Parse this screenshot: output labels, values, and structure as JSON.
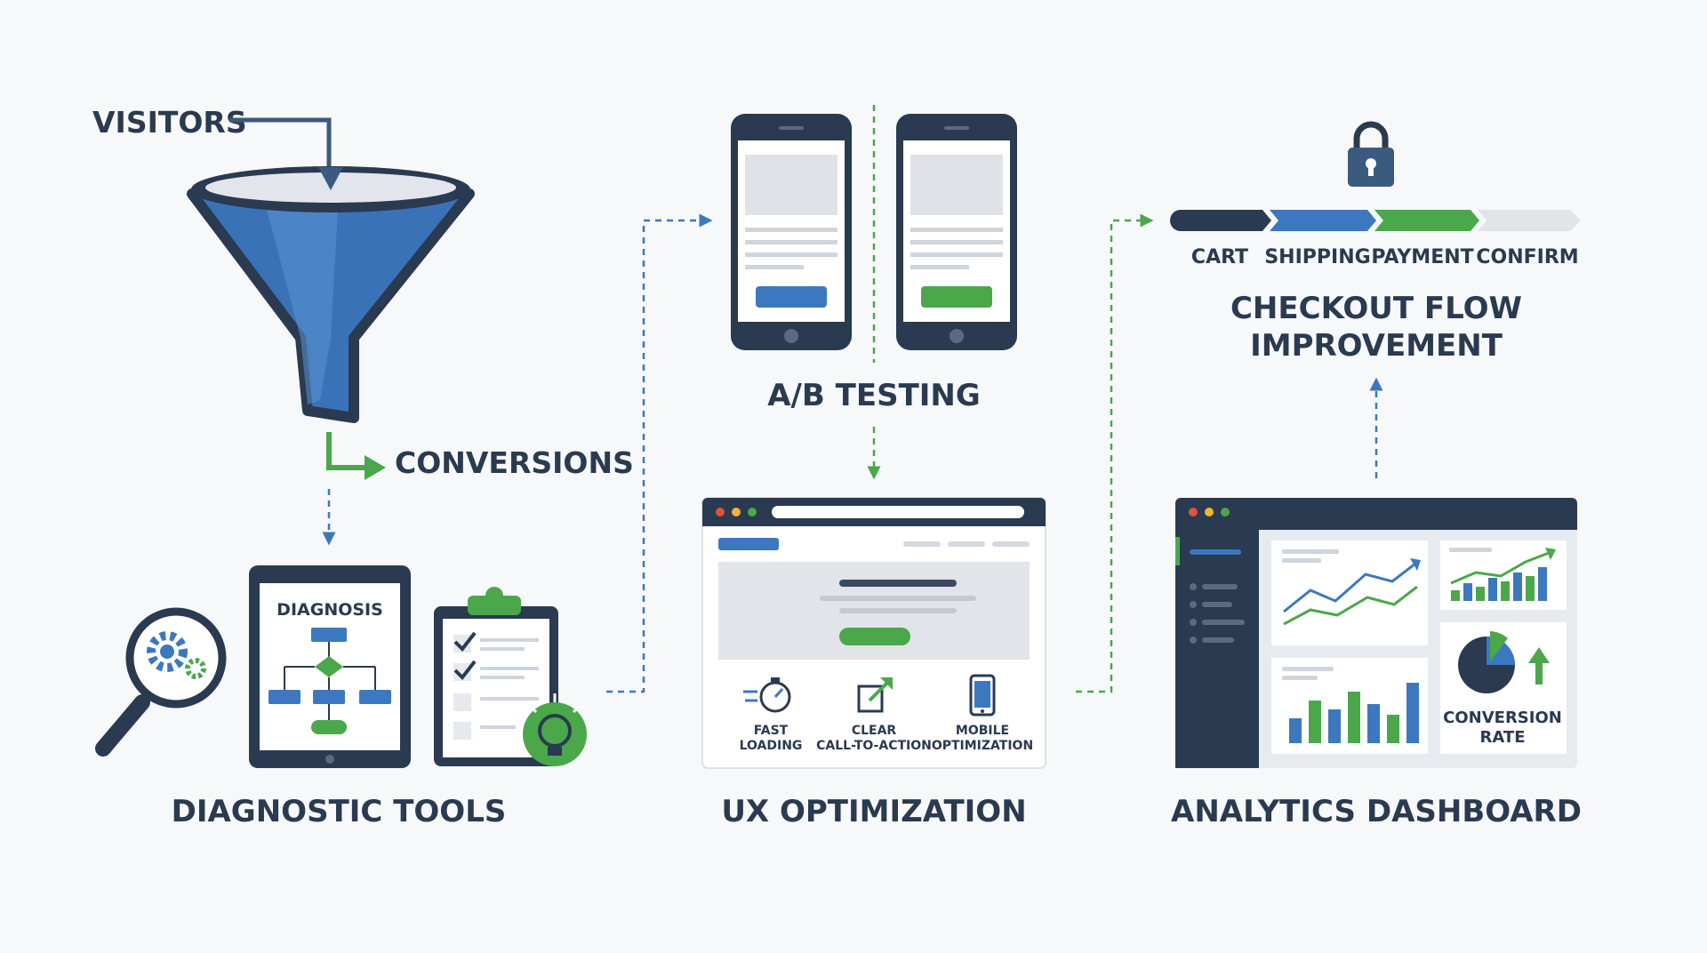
{
  "colors": {
    "navy": "#2a3a50",
    "blue": "#3c78c0",
    "green": "#4aa84a",
    "light_gray": "#e1e4e8",
    "background": "#f7f8fa"
  },
  "funnel": {
    "input_label": "VISITORS",
    "output_label": "CONVERSIONS"
  },
  "diagnostic": {
    "tablet_label": "DIAGNOSIS",
    "title": "DIAGNOSTIC TOOLS",
    "icons": [
      "magnifier-gears-icon",
      "flowchart-icon",
      "checklist-clipboard-icon",
      "lightbulb-brain-icon"
    ]
  },
  "ab_testing": {
    "title": "A/B TESTING",
    "variants": [
      "phone-variant-a",
      "phone-variant-b"
    ]
  },
  "ux": {
    "title": "UX OPTIMIZATION",
    "features": [
      {
        "icon": "stopwatch-icon",
        "line1": "FAST",
        "line2": "LOADING"
      },
      {
        "icon": "external-link-icon",
        "line1": "CLEAR",
        "line2": "CALL-TO-ACTION"
      },
      {
        "icon": "smartphone-icon",
        "line1": "MOBILE",
        "line2": "OPTIMIZATION"
      }
    ]
  },
  "checkout": {
    "steps": [
      "CART",
      "SHIPPING",
      "PAYMENT",
      "CONFIRM"
    ],
    "title_line1": "CHECKOUT FLOW",
    "title_line2": "IMPROVEMENT"
  },
  "analytics": {
    "title": "ANALYTICS DASHBOARD",
    "kpi_line1": "CONVERSION",
    "kpi_line2": "RATE"
  }
}
